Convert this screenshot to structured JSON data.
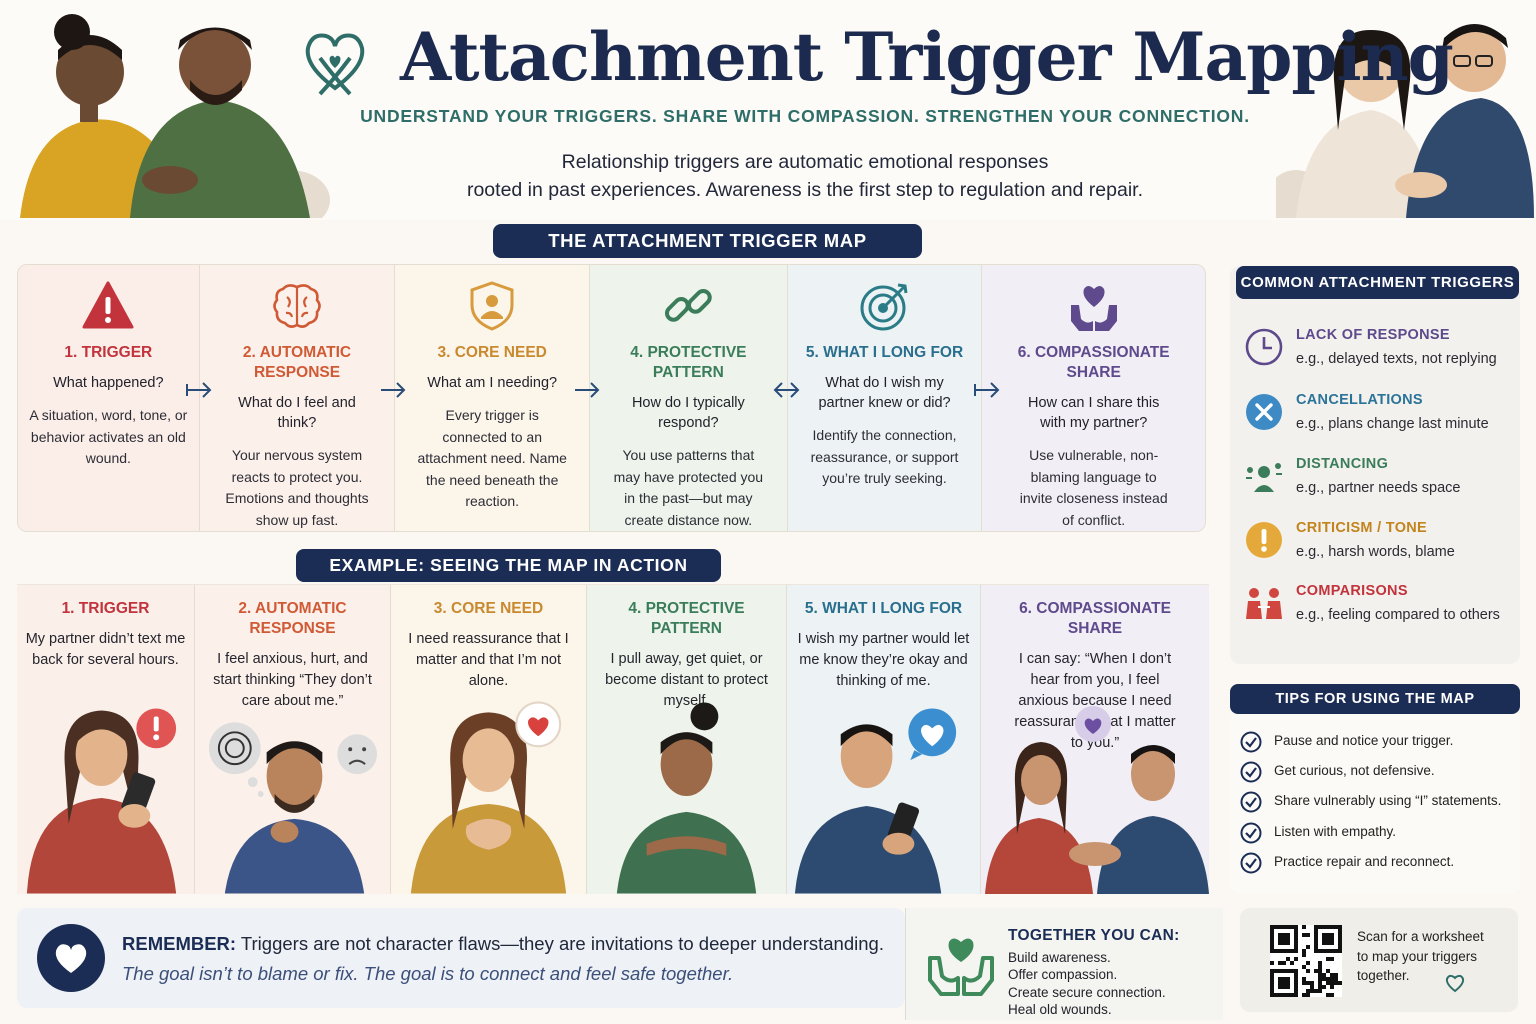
{
  "header": {
    "title": "Attachment Trigger Mapping",
    "subtitle": "UNDERSTAND YOUR TRIGGERS. SHARE WITH COMPASSION. STRENGTHEN YOUR CONNECTION.",
    "intro_line1": "Relationship triggers are automatic emotional responses",
    "intro_line2": "rooted in past experiences. Awareness is the first step to regulation and repair."
  },
  "map": {
    "heading": "THE ATTACHMENT TRIGGER MAP",
    "columns": [
      {
        "title": "1. TRIGGER",
        "question": "What happened?",
        "desc": "A situation, word, tone, or behavior activates an old wound.",
        "color": "#c2333b",
        "bg": "#fbeee9",
        "icon": "warning-icon"
      },
      {
        "title": "2. AUTOMATIC RESPONSE",
        "question": "What do I feel and think?",
        "desc": "Your nervous system reacts to protect you. Emotions and thoughts show up fast.",
        "color": "#d05a35",
        "bg": "#fcf1ea",
        "icon": "brain-icon"
      },
      {
        "title": "3. CORE NEED",
        "question": "What am I needing?",
        "desc": "Every trigger is connected to an attachment need. Name the need beneath the reaction.",
        "color": "#c9892e",
        "bg": "#fcf5ea",
        "icon": "shield-person-icon"
      },
      {
        "title": "4. PROTECTIVE PATTERN",
        "question": "How do I typically respond?",
        "desc": "You use patterns that may have protected you in the past—but may create distance now.",
        "color": "#3b7d5a",
        "bg": "#eef4ec",
        "icon": "chain-link-icon"
      },
      {
        "title": "5. WHAT I LONG FOR",
        "question": "What do I wish my partner knew or did?",
        "desc": "Identify the connection, reassurance, or support you’re truly seeking.",
        "color": "#2a6f8e",
        "bg": "#edf3f5",
        "icon": "target-icon"
      },
      {
        "title": "6. COMPASSIONATE SHARE",
        "question": "How can I share this with my partner?",
        "desc": "Use vulnerable, non-blaming language to invite closeness instead of conflict.",
        "color": "#5e4a8c",
        "bg": "#f1eef5",
        "icon": "hands-heart-icon"
      }
    ]
  },
  "example": {
    "heading": "EXAMPLE: SEEING THE MAP IN ACTION",
    "columns": [
      {
        "title": "1. TRIGGER",
        "desc": "My partner didn’t text me back for several hours.",
        "color": "#c2333b"
      },
      {
        "title": "2. AUTOMATIC RESPONSE",
        "desc": "I feel anxious, hurt, and start thinking “They don’t care about me.”",
        "color": "#d05a35"
      },
      {
        "title": "3. CORE NEED",
        "desc": "I need reassurance that I matter and that I’m not alone.",
        "color": "#c9892e"
      },
      {
        "title": "4. PROTECTIVE PATTERN",
        "desc": "I pull away, get quiet, or become distant to protect myself.",
        "color": "#3b7d5a"
      },
      {
        "title": "5. WHAT I LONG FOR",
        "desc": "I wish my partner would let me know they’re okay and thinking of me.",
        "color": "#2a6f8e"
      },
      {
        "title": "6. COMPASSIONATE SHARE",
        "desc": "I can say: “When I don’t hear from you, I feel anxious because I need reassurance that I matter to you.”",
        "color": "#5e4a8c"
      }
    ]
  },
  "sidebar": {
    "heading": "COMMON ATTACHMENT TRIGGERS",
    "items": [
      {
        "title": "LACK OF RESPONSE",
        "desc": "e.g., delayed texts, not replying",
        "color": "#5d4a8c",
        "icon": "clock-icon"
      },
      {
        "title": "CANCELLATIONS",
        "desc": "e.g., plans change last minute",
        "color": "#2b7398",
        "icon": "x-circle-icon"
      },
      {
        "title": "DISTANCING",
        "desc": "e.g., partner needs space",
        "color": "#3b7d5a",
        "icon": "people-distance-icon"
      },
      {
        "title": "CRITICISM / TONE",
        "desc": "e.g., harsh words, blame",
        "color": "#c2841c",
        "icon": "exclamation-icon"
      },
      {
        "title": "COMPARISONS",
        "desc": "e.g., feeling compared to others",
        "color": "#c2333b",
        "icon": "people-compare-icon"
      }
    ]
  },
  "tips": {
    "heading": "TIPS FOR USING THE MAP",
    "items": [
      "Pause and notice your trigger.",
      "Get curious, not defensive.",
      "Share vulnerably using “I” statements.",
      "Listen with empathy.",
      "Practice repair and reconnect."
    ]
  },
  "remember": {
    "label": "REMEMBER:",
    "line1": "Triggers are not character flaws—they are invitations to deeper understanding.",
    "line2": "The goal isn’t to blame or fix. The goal is to connect and feel safe together."
  },
  "together": {
    "title": "TOGETHER YOU CAN:",
    "items": [
      "Build awareness.",
      "Offer compassion.",
      "Create secure connection.",
      "Heal old wounds."
    ]
  },
  "qr": {
    "text_line1": "Scan for a worksheet",
    "text_line2": "to map your triggers",
    "text_line3": "together."
  },
  "colors": {
    "navy": "#1b2d55",
    "teal": "#2f6e68"
  }
}
